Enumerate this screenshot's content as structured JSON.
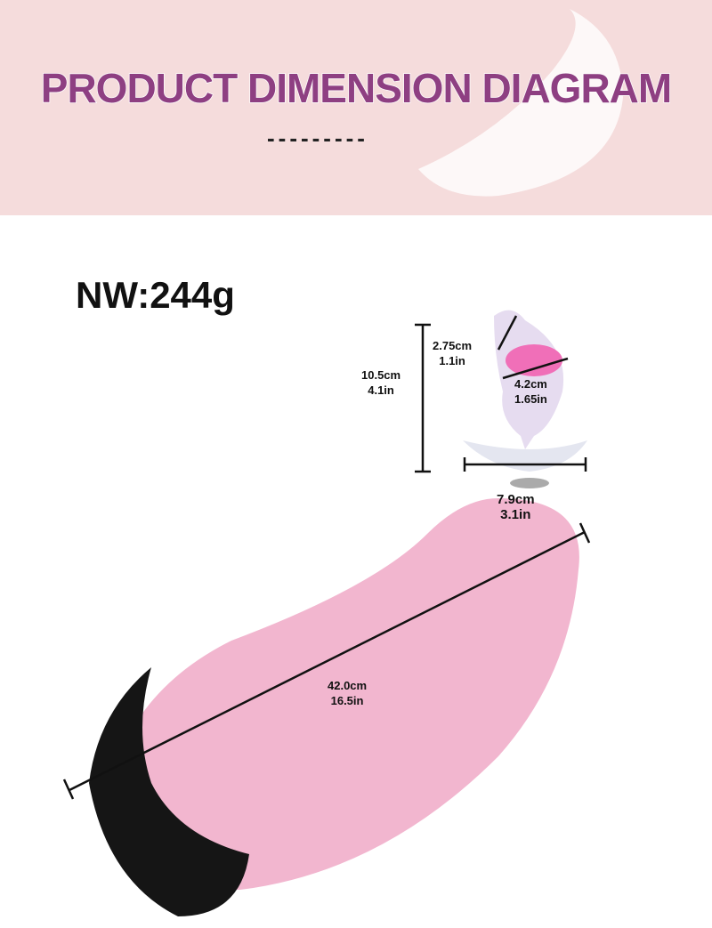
{
  "header": {
    "title": "PRODUCT DIMENSION DIAGRAM",
    "divider": "---------"
  },
  "net_weight": "NW:244g",
  "dimensions": {
    "tip": {
      "cm": "2.75cm",
      "in": "1.1in"
    },
    "height": {
      "cm": "10.5cm",
      "in": "4.1in"
    },
    "width": {
      "cm": "4.2cm",
      "in": "1.65in"
    },
    "base": {
      "cm": "7.9cm",
      "in": "3.1in"
    },
    "tail_length": {
      "cm": "42.0cm",
      "in": "16.5in"
    }
  },
  "colors": {
    "banner": "#f5dcdc",
    "title": "#8e3f82",
    "fur": "#f2b6cf",
    "fur_tip": "#151515"
  }
}
